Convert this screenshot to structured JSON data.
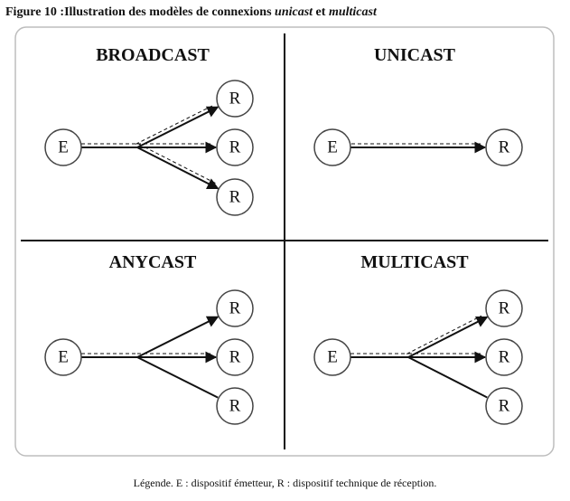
{
  "caption": {
    "prefix": "Figure 10 :Illustration des modèles de connexions ",
    "term1": "unicast",
    "middle": " et ",
    "term2": "multicast"
  },
  "panels": [
    {
      "title": "BROADCAST",
      "sender": "E",
      "receivers": [
        "R",
        "R",
        "R"
      ],
      "solid_arrow_to": [
        0,
        1,
        2
      ],
      "dashed_to": [
        0,
        1,
        2
      ]
    },
    {
      "title": "UNICAST",
      "sender": "E",
      "receivers": [
        "R"
      ],
      "solid_arrow_to": [
        0
      ],
      "dashed_to": [
        0
      ]
    },
    {
      "title": "ANYCAST",
      "sender": "E",
      "receivers": [
        "R",
        "R",
        "R"
      ],
      "solid_arrow_to": [
        0,
        1
      ],
      "solid_line_to": [
        2
      ],
      "dashed_to": [
        1
      ]
    },
    {
      "title": "MULTICAST",
      "sender": "E",
      "receivers": [
        "R",
        "R",
        "R"
      ],
      "solid_arrow_to": [
        0,
        1
      ],
      "solid_line_to": [
        2
      ],
      "dashed_to": [
        0,
        1
      ]
    }
  ],
  "legend": "Légende. E : dispositif émetteur, R : dispositif technique de réception."
}
